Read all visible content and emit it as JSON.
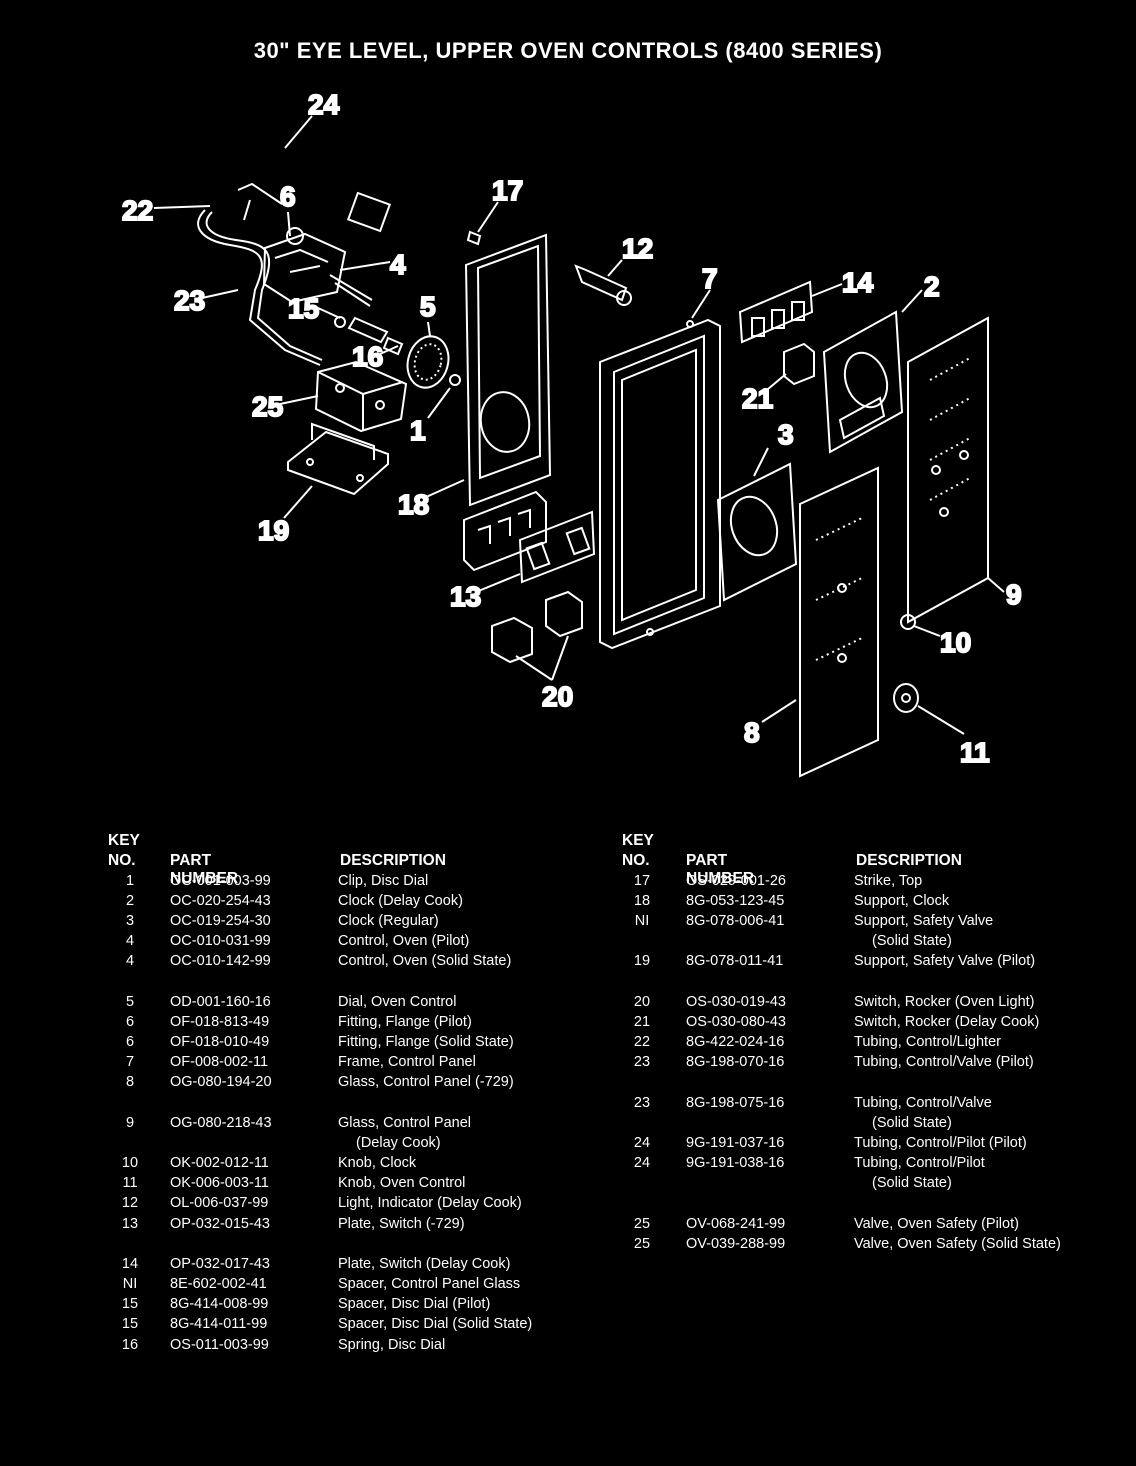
{
  "title": "30\" EYE LEVEL, UPPER OVEN CONTROLS (8400 SERIES)",
  "callouts": [
    "24",
    "22",
    "6",
    "17",
    "12",
    "7",
    "14",
    "2",
    "4",
    "23",
    "15",
    "5",
    "16",
    "25",
    "1",
    "21",
    "3",
    "18",
    "19",
    "13",
    "9",
    "10",
    "20",
    "8",
    "11"
  ],
  "table_headers": {
    "key_line1": "KEY",
    "key_line2": "NO.",
    "part": "PART NUMBER",
    "desc": "DESCRIPTION"
  },
  "left_rows": [
    {
      "key": "1",
      "part": "OC-001-003-99",
      "desc": "Clip, Disc Dial"
    },
    {
      "key": "2",
      "part": "OC-020-254-43",
      "desc": "Clock (Delay Cook)"
    },
    {
      "key": "3",
      "part": "OC-019-254-30",
      "desc": "Clock (Regular)"
    },
    {
      "key": "4",
      "part": "OC-010-031-99",
      "desc": "Control, Oven (Pilot)"
    },
    {
      "key": "4",
      "part": "OC-010-142-99",
      "desc": "Control, Oven (Solid State)"
    },
    {
      "key": "5",
      "part": "OD-001-160-16",
      "desc": "Dial, Oven Control"
    },
    {
      "key": "6",
      "part": "OF-018-813-49",
      "desc": "Fitting, Flange (Pilot)"
    },
    {
      "key": "6",
      "part": "OF-018-010-49",
      "desc": "Fitting, Flange (Solid State)"
    },
    {
      "key": "7",
      "part": "OF-008-002-11",
      "desc": "Frame, Control Panel"
    },
    {
      "key": "8",
      "part": "OG-080-194-20",
      "desc": "Glass, Control Panel (-729)"
    },
    {
      "key": "9",
      "part": "OG-080-218-43",
      "desc": "Glass, Control Panel"
    },
    {
      "key": "",
      "part": "",
      "desc": "(Delay Cook)"
    },
    {
      "key": "10",
      "part": "OK-002-012-11",
      "desc": "Knob, Clock"
    },
    {
      "key": "11",
      "part": "OK-006-003-11",
      "desc": "Knob, Oven Control"
    },
    {
      "key": "12",
      "part": "OL-006-037-99",
      "desc": "Light, Indicator (Delay Cook)"
    },
    {
      "key": "13",
      "part": "OP-032-015-43",
      "desc": "Plate, Switch (-729)"
    },
    {
      "key": "14",
      "part": "OP-032-017-43",
      "desc": "Plate, Switch (Delay Cook)"
    },
    {
      "key": "NI",
      "part": "8E-602-002-41",
      "desc": "Spacer, Control Panel Glass"
    },
    {
      "key": "15",
      "part": "8G-414-008-99",
      "desc": "Spacer, Disc Dial (Pilot)"
    },
    {
      "key": "15",
      "part": "8G-414-011-99",
      "desc": "Spacer, Disc Dial (Solid State)"
    },
    {
      "key": "16",
      "part": "OS-011-003-99",
      "desc": "Spring, Disc Dial"
    }
  ],
  "right_rows": [
    {
      "key": "17",
      "part": "OS-029-001-26",
      "desc": "Strike, Top"
    },
    {
      "key": "18",
      "part": "8G-053-123-45",
      "desc": "Support, Clock"
    },
    {
      "key": "NI",
      "part": "8G-078-006-41",
      "desc": "Support, Safety Valve"
    },
    {
      "key": "",
      "part": "",
      "desc": "(Solid State)"
    },
    {
      "key": "19",
      "part": "8G-078-011-41",
      "desc": "Support, Safety Valve (Pilot)"
    },
    {
      "key": "20",
      "part": "OS-030-019-43",
      "desc": "Switch, Rocker (Oven Light)"
    },
    {
      "key": "21",
      "part": "OS-030-080-43",
      "desc": "Switch, Rocker (Delay Cook)"
    },
    {
      "key": "22",
      "part": "8G-422-024-16",
      "desc": "Tubing, Control/Lighter"
    },
    {
      "key": "23",
      "part": "8G-198-070-16",
      "desc": "Tubing, Control/Valve (Pilot)"
    },
    {
      "key": "23",
      "part": "8G-198-075-16",
      "desc": "Tubing, Control/Valve"
    },
    {
      "key": "",
      "part": "",
      "desc": "(Solid State)"
    },
    {
      "key": "24",
      "part": "9G-191-037-16",
      "desc": "Tubing, Control/Pilot (Pilot)"
    },
    {
      "key": "24",
      "part": "9G-191-038-16",
      "desc": "Tubing, Control/Pilot"
    },
    {
      "key": "",
      "part": "",
      "desc": "(Solid State)"
    },
    {
      "key": "25",
      "part": "OV-068-241-99",
      "desc": "Valve, Oven Safety (Pilot)"
    },
    {
      "key": "25",
      "part": "OV-039-288-99",
      "desc": "Valve, Oven Safety (Solid State)"
    }
  ]
}
